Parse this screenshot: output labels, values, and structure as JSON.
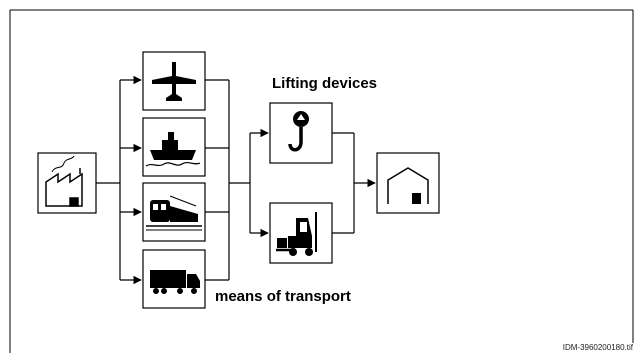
{
  "labels": {
    "lifting_devices": "Lifting devices",
    "means_of_transport": "means of transport",
    "image_id": "IDM-3960200180.tif"
  },
  "nodes": [
    {
      "id": "factory",
      "icon": "factory-icon"
    },
    {
      "id": "airplane",
      "icon": "airplane-icon"
    },
    {
      "id": "ship",
      "icon": "ship-icon"
    },
    {
      "id": "train",
      "icon": "train-icon"
    },
    {
      "id": "truck",
      "icon": "truck-icon"
    },
    {
      "id": "crane-hook",
      "icon": "crane-hook-icon"
    },
    {
      "id": "forklift",
      "icon": "forklift-icon"
    },
    {
      "id": "warehouse",
      "icon": "warehouse-icon"
    }
  ],
  "colors": {
    "line": "#000000",
    "box": "#000000",
    "icon_bg": "#ffffff"
  }
}
